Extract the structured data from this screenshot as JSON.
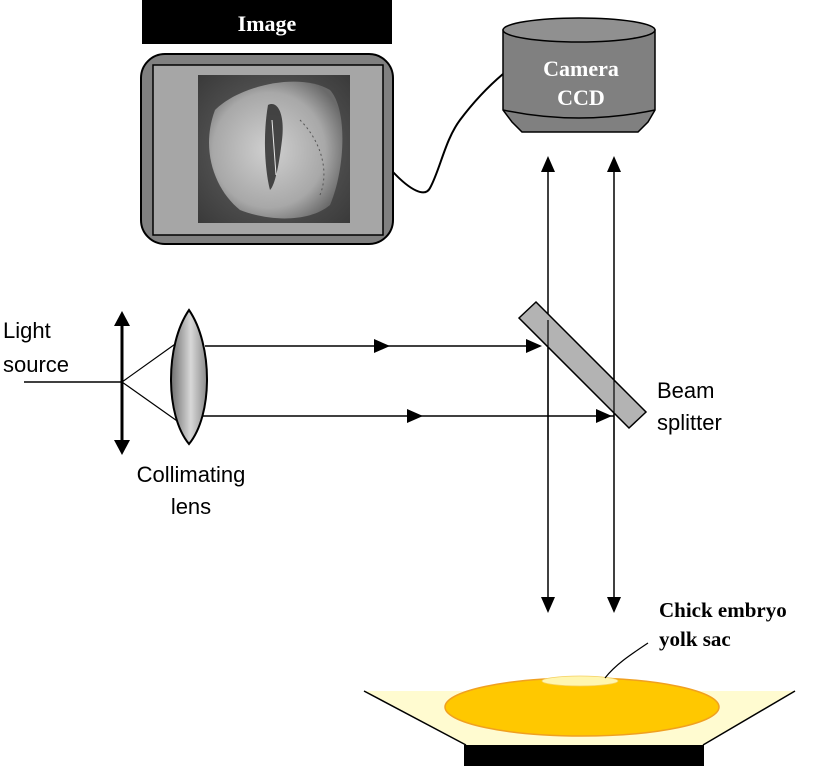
{
  "diagram": {
    "title": "Optical imaging setup for chick embryo yolk sac",
    "monitor": {
      "label": "Image"
    },
    "camera": {
      "label_line1": "Camera",
      "label_line2": "CCD"
    },
    "light_source": {
      "label_line1": "Light",
      "label_line2": "source"
    },
    "collimating_lens": {
      "label_line1": "Collimating",
      "label_line2": "lens"
    },
    "beam_splitter": {
      "label_line1": "Beam",
      "label_line2": "splitter"
    },
    "sample": {
      "label_line1": "Chick embryo",
      "label_line2": "yolk sac"
    },
    "colors": {
      "monitor_frame": "#808080",
      "monitor_screen": "#a6a6a6",
      "camera_body": "#808080",
      "beam_splitter": "#b3b3b3",
      "yolk": "#ffc800",
      "yolk_edge": "#f0a020",
      "albumen": "#fffbd0",
      "embryo_spot": "#fff6b0",
      "stand": "#000000"
    }
  }
}
